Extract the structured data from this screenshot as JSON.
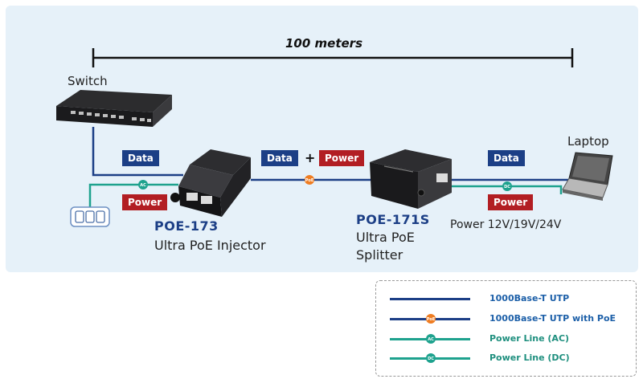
{
  "distance_label": "100 meters",
  "devices": {
    "switch_label": "Switch",
    "laptop_label": "Laptop",
    "injector_model": "POE-173",
    "injector_desc": "Ultra PoE Injector",
    "splitter_model": "POE-171S",
    "splitter_desc_1": "Ultra PoE",
    "splitter_desc_2": "Splitter",
    "splitter_output": "Power 12V/19V/24V"
  },
  "tags": {
    "data": "Data",
    "power": "Power",
    "plus": "+"
  },
  "markers": {
    "ac": "AC",
    "dc": "DC",
    "poe": "PoE"
  },
  "legend": [
    {
      "label": "1000Base-T UTP",
      "color": "#1c3f86",
      "marker": ""
    },
    {
      "label": "1000Base-T UTP with PoE",
      "color": "#1c3f86",
      "marker": "PoE"
    },
    {
      "label": "Power Line (AC)",
      "color": "#1ea28e",
      "marker": "AC"
    },
    {
      "label": "Power Line (DC)",
      "color": "#1ea28e",
      "marker": "DC"
    }
  ],
  "colors": {
    "data_line": "#1c3f86",
    "power_line": "#1ea28e",
    "poe_marker": "#ef7d22",
    "data_tag": "#1c3f86",
    "power_tag": "#b21e23",
    "legend_text": "#1c5fa8"
  }
}
